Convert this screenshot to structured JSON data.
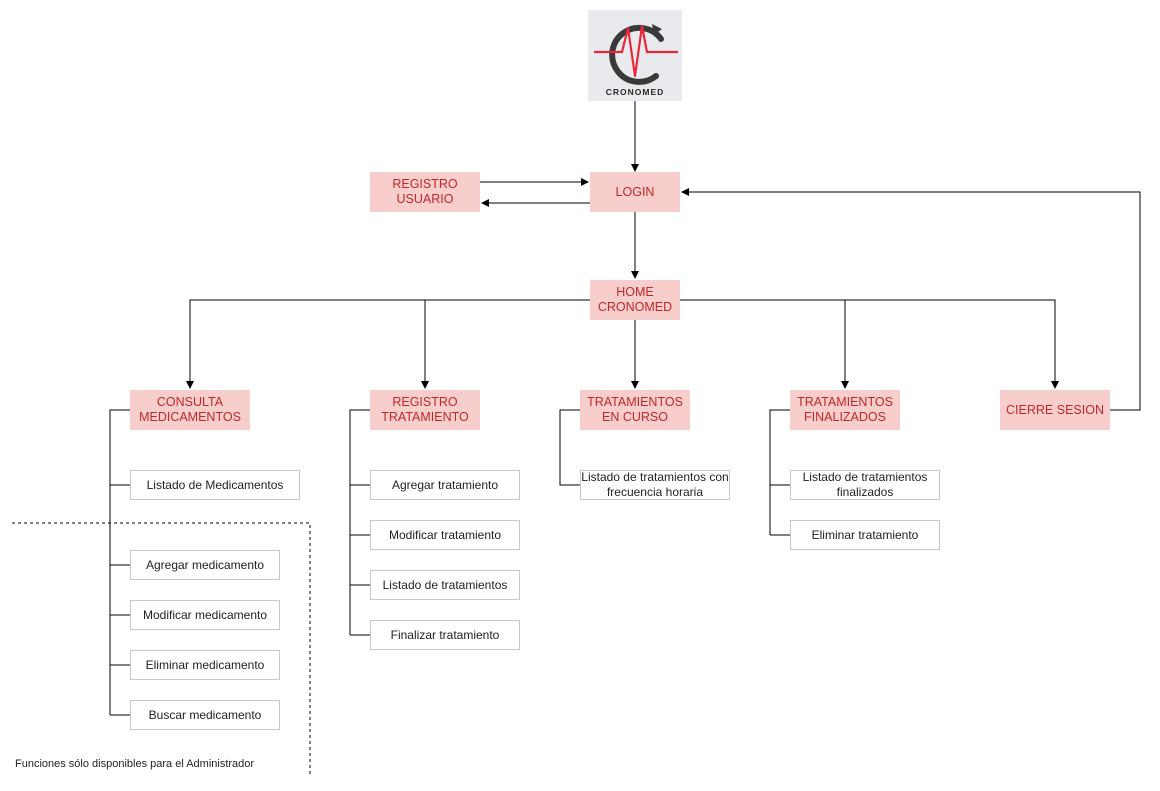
{
  "logo": {
    "brand": "CRONOMED",
    "colors": {
      "ring": "#3a3a3a",
      "pulse": "#e8283a"
    }
  },
  "colors": {
    "module_fill": "#f8cecc",
    "module_text": "#c0282a",
    "line": "#000000"
  },
  "nodes": {
    "login": "LOGIN",
    "registro_usuario": "REGISTRO\nUSUARIO",
    "home": "HOME\nCRONOMED",
    "consulta_medicamentos": "CONSULTA\nMEDICAMENTOS",
    "registro_tratamiento": "REGISTRO\nTRATAMIENTO",
    "tratamientos_en_curso": "TRATAMIENTOS\nEN CURSO",
    "tratamientos_finalizados": "TRATAMIENTOS\nFINALIZADOS",
    "cierre_sesion": "CIERRE SESION"
  },
  "functions": {
    "medicamentos": [
      "Listado de Medicamentos",
      "Agregar medicamento",
      "Modificar medicamento",
      "Eliminar medicamento",
      "Buscar medicamento"
    ],
    "tratamiento": [
      "Agregar tratamiento",
      "Modificar tratamiento",
      "Listado de tratamientos",
      "Finalizar tratamiento"
    ],
    "en_curso": [
      "Listado de tratamientos con\nfrecuencia horaria"
    ],
    "finalizados": [
      "Listado de tratamientos\nfinalizados",
      "Eliminar tratamiento"
    ]
  },
  "admin_note": "Funciones sólo disponibles para el Administrador"
}
